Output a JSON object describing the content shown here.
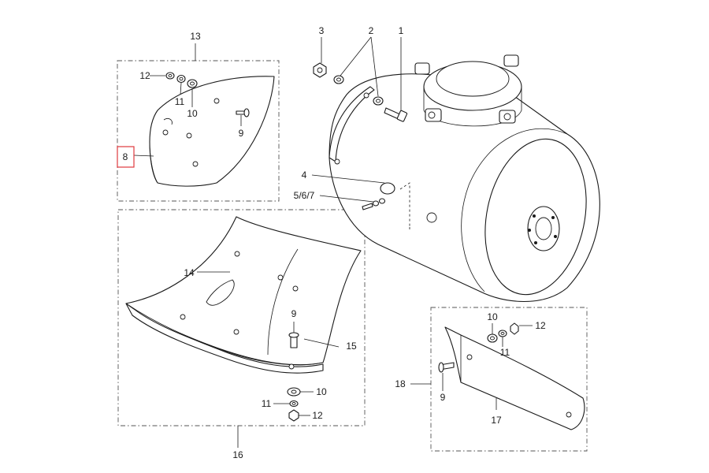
{
  "highlight_color": "#e0393e",
  "labels": {
    "p1": "1",
    "p2": "2",
    "p3": "3",
    "p4": "4",
    "p567": "5/6/7",
    "p8": "8",
    "p9a": "9",
    "p9b": "9",
    "p9c": "9",
    "p10a": "10",
    "p10b": "10",
    "p10c": "10",
    "p11a": "11",
    "p11b": "11",
    "p11c": "11",
    "p12a": "12",
    "p12b": "12",
    "p12c": "12",
    "p13": "13",
    "p14": "14",
    "p15": "15",
    "p16": "16",
    "p17": "17",
    "p18": "18"
  }
}
